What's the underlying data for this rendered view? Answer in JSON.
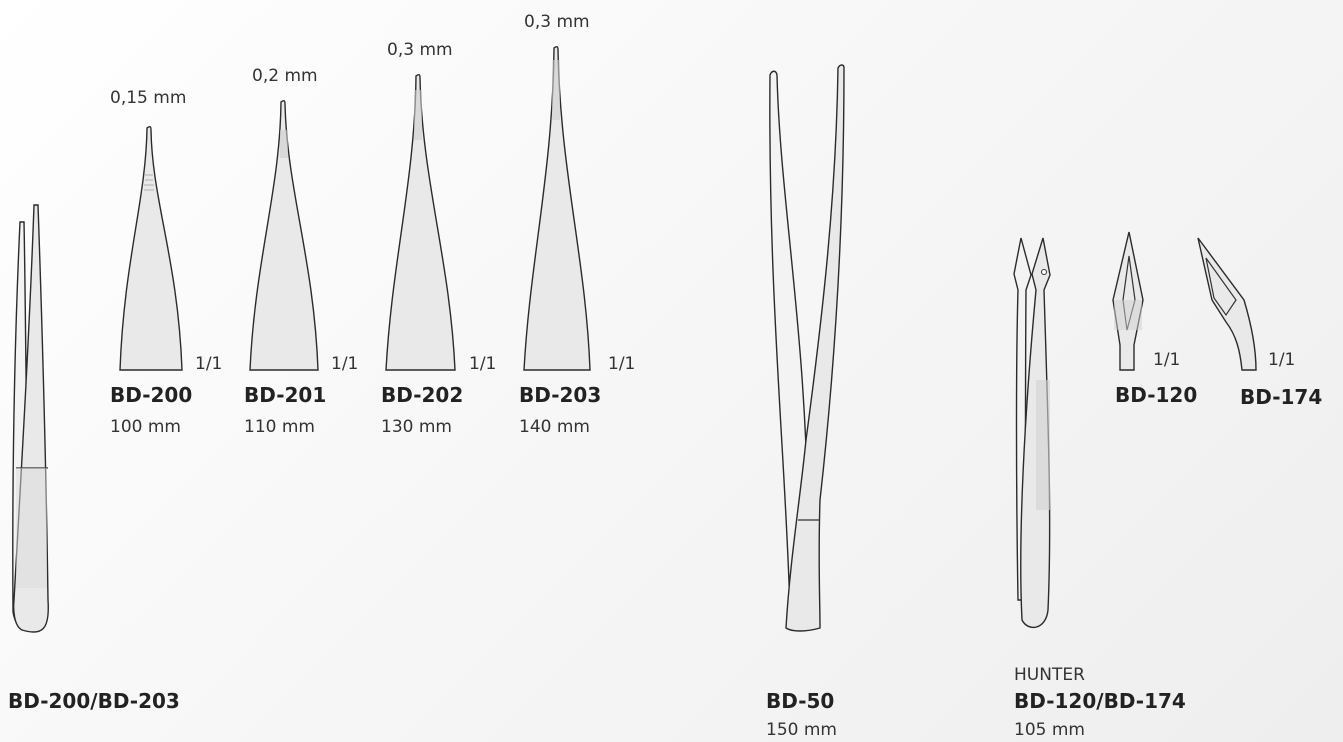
{
  "tips": [
    {
      "code": "BD-200",
      "length": "100 mm",
      "tip": "0,15 mm",
      "scale": "1/1"
    },
    {
      "code": "BD-201",
      "length": "110 mm",
      "tip": "0,2 mm",
      "scale": "1/1"
    },
    {
      "code": "BD-202",
      "length": "130 mm",
      "tip": "0,3 mm",
      "scale": "1/1"
    },
    {
      "code": "BD-203",
      "length": "140 mm",
      "tip": "0,3 mm",
      "scale": "1/1"
    }
  ],
  "family_label": "BD-200/BD-203",
  "bd50": {
    "code": "BD-50",
    "length": "150 mm"
  },
  "hunter": {
    "name": "HUNTER",
    "code": "BD-120/BD-174",
    "length": "105 mm"
  },
  "small_tips": [
    {
      "code": "BD-120",
      "scale": "1/1"
    },
    {
      "code": "BD-174",
      "scale": "1/1"
    }
  ]
}
